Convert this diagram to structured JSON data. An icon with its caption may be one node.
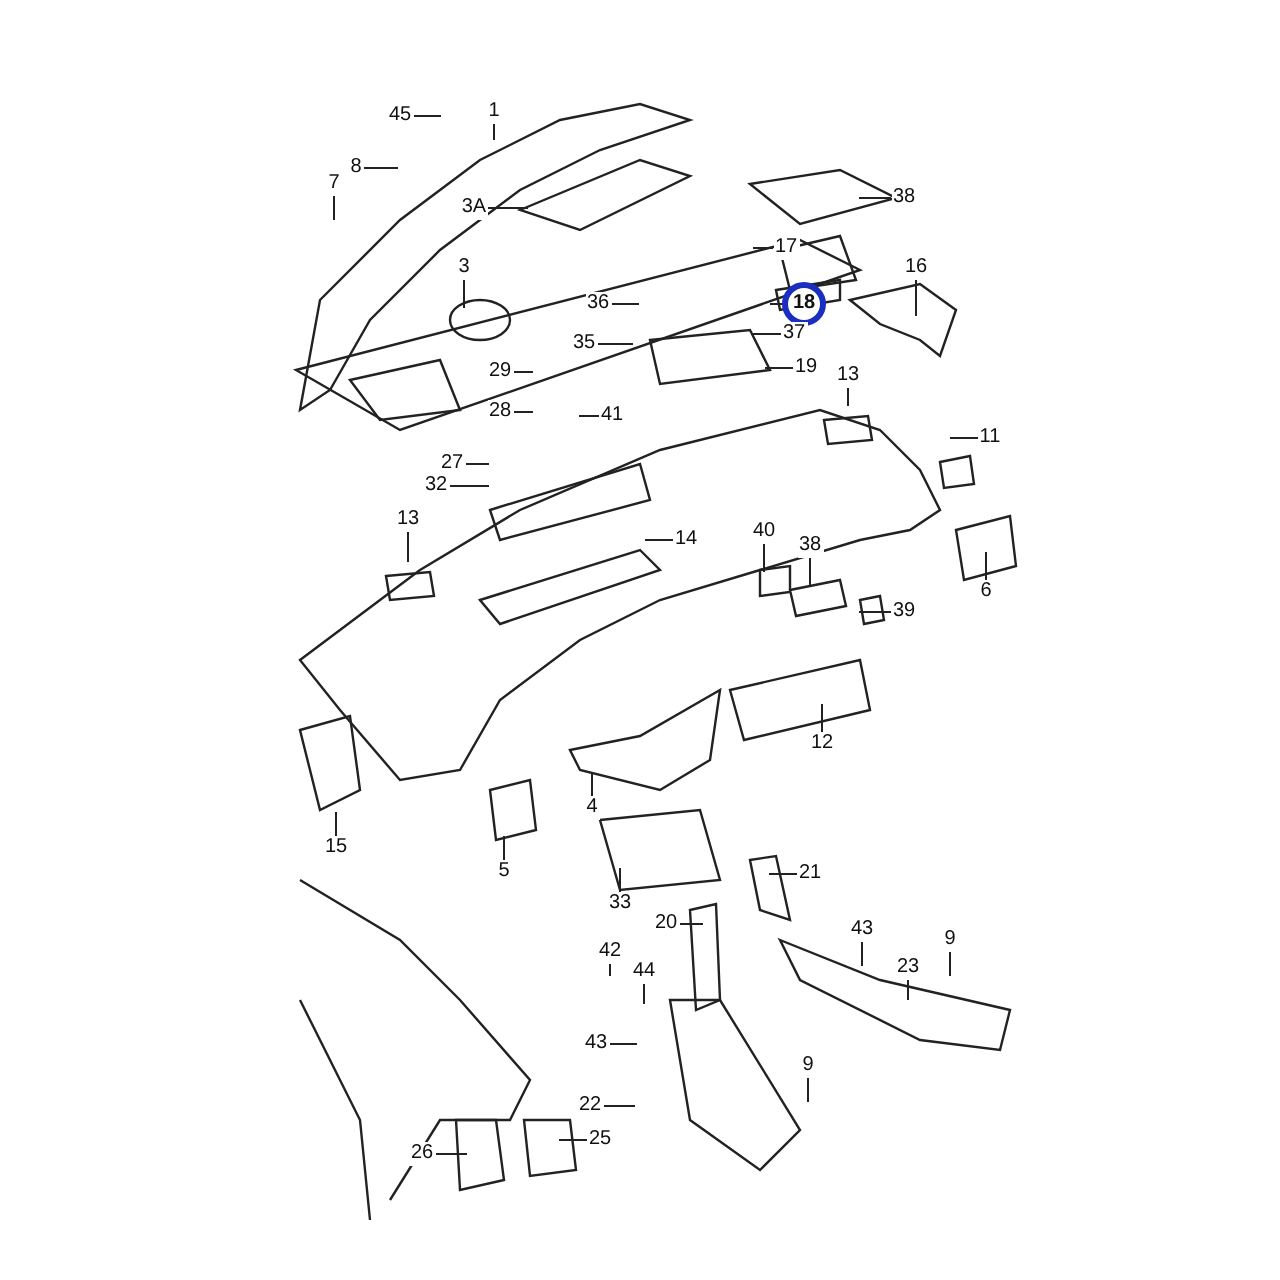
{
  "diagram": {
    "nodes": [
      {
        "text": [
          "45"
        ]
      },
      {
        "text": [
          "1"
        ]
      },
      {
        "text": [
          "8"
        ]
      },
      {
        "text": [
          "7"
        ]
      },
      {
        "text": [
          "3A"
        ]
      },
      {
        "text": [
          "38"
        ]
      },
      {
        "text": [
          "17"
        ]
      },
      {
        "text": [
          "3"
        ]
      },
      {
        "text": [
          "16"
        ]
      },
      {
        "text": [
          "18"
        ]
      },
      {
        "text": [
          "36"
        ]
      },
      {
        "text": [
          "37"
        ]
      },
      {
        "text": [
          "35"
        ]
      },
      {
        "text": [
          "19"
        ]
      },
      {
        "text": [
          "29"
        ]
      },
      {
        "text": [
          "13"
        ]
      },
      {
        "text": [
          "28"
        ]
      },
      {
        "text": [
          "41"
        ]
      },
      {
        "text": [
          "11"
        ]
      },
      {
        "text": [
          "27"
        ]
      },
      {
        "text": [
          "32"
        ]
      },
      {
        "text": [
          "13"
        ]
      },
      {
        "text": [
          "40"
        ]
      },
      {
        "text": [
          "38"
        ]
      },
      {
        "text": [
          "14"
        ]
      },
      {
        "text": [
          "6"
        ]
      },
      {
        "text": [
          "39"
        ]
      },
      {
        "text": [
          "12"
        ]
      },
      {
        "text": [
          "4"
        ]
      },
      {
        "text": [
          "15"
        ]
      },
      {
        "text": [
          "5"
        ]
      },
      {
        "text": [
          "33"
        ]
      },
      {
        "text": [
          "21"
        ]
      },
      {
        "text": [
          "20"
        ]
      },
      {
        "text": [
          "43"
        ]
      },
      {
        "text": [
          "9"
        ]
      },
      {
        "text": [
          "23"
        ]
      },
      {
        "text": [
          "42"
        ]
      },
      {
        "text": [
          "44"
        ]
      },
      {
        "text": [
          "43"
        ]
      },
      {
        "text": [
          "9"
        ]
      },
      {
        "text": [
          "22"
        ]
      },
      {
        "text": [
          "26"
        ]
      },
      {
        "text": [
          "25"
        ]
      }
    ],
    "edges": [
      {
        "from": 0,
        "to": null,
        "arrow": "none"
      },
      {
        "from": 1,
        "to": null,
        "arrow": "none"
      },
      {
        "from": 2,
        "to": null,
        "arrow": "none"
      },
      {
        "from": 3,
        "to": null,
        "arrow": "none"
      },
      {
        "from": 4,
        "to": null,
        "arrow": "none"
      },
      {
        "from": 5,
        "to": null,
        "arrow": "none"
      },
      {
        "from": 6,
        "to": null,
        "arrow": "none"
      },
      {
        "from": 7,
        "to": null,
        "arrow": "none"
      },
      {
        "from": 8,
        "to": null,
        "arrow": "none"
      },
      {
        "from": 9,
        "to": null,
        "arrow": "none"
      },
      {
        "from": 10,
        "to": null,
        "arrow": "none"
      },
      {
        "from": 11,
        "to": null,
        "arrow": "none"
      },
      {
        "from": 12,
        "to": null,
        "arrow": "none"
      },
      {
        "from": 13,
        "to": null,
        "arrow": "none"
      },
      {
        "from": 14,
        "to": null,
        "arrow": "none"
      },
      {
        "from": 15,
        "to": null,
        "arrow": "none"
      },
      {
        "from": 16,
        "to": null,
        "arrow": "none"
      },
      {
        "from": 17,
        "to": null,
        "arrow": "none"
      },
      {
        "from": 18,
        "to": null,
        "arrow": "none"
      },
      {
        "from": 19,
        "to": null,
        "arrow": "none"
      },
      {
        "from": 20,
        "to": null,
        "arrow": "none"
      },
      {
        "from": 21,
        "to": null,
        "arrow": "none"
      },
      {
        "from": 22,
        "to": null,
        "arrow": "none"
      },
      {
        "from": 23,
        "to": null,
        "arrow": "none"
      },
      {
        "from": 24,
        "to": null,
        "arrow": "none"
      },
      {
        "from": 25,
        "to": null,
        "arrow": "none"
      },
      {
        "from": 26,
        "to": null,
        "arrow": "none"
      },
      {
        "from": 27,
        "to": null,
        "arrow": "none"
      },
      {
        "from": 28,
        "to": null,
        "arrow": "none"
      },
      {
        "from": 29,
        "to": null,
        "arrow": "none"
      },
      {
        "from": 30,
        "to": null,
        "arrow": "none"
      },
      {
        "from": 31,
        "to": null,
        "arrow": "none"
      },
      {
        "from": 32,
        "to": null,
        "arrow": "none"
      },
      {
        "from": 33,
        "to": null,
        "arrow": "none"
      },
      {
        "from": 34,
        "to": null,
        "arrow": "none"
      },
      {
        "from": 35,
        "to": null,
        "arrow": "none"
      },
      {
        "from": 36,
        "to": null,
        "arrow": "none"
      },
      {
        "from": 37,
        "to": null,
        "arrow": "none"
      },
      {
        "from": 38,
        "to": null,
        "arrow": "none"
      },
      {
        "from": 39,
        "to": null,
        "arrow": "none"
      },
      {
        "from": 40,
        "to": null,
        "arrow": "none"
      },
      {
        "from": 41,
        "to": null,
        "arrow": "none"
      },
      {
        "from": 42,
        "to": null,
        "arrow": "none"
      },
      {
        "from": 43,
        "to": null,
        "arrow": "none"
      }
    ]
  }
}
